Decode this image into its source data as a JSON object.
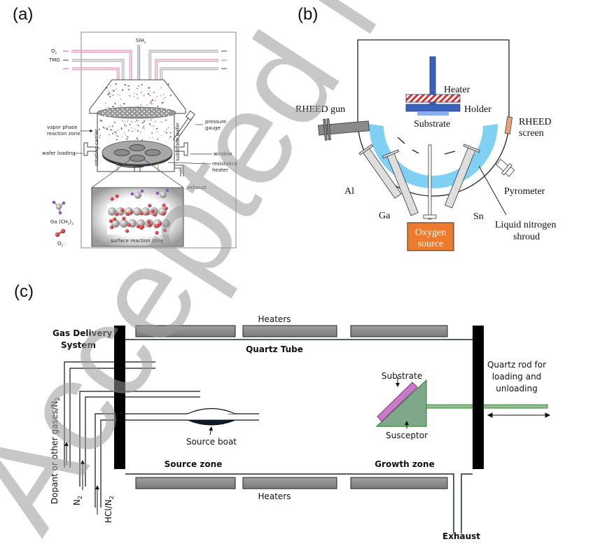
{
  "figure": {
    "panel_labels": [
      "(a)",
      "(b)",
      "(c)"
    ],
    "watermark_text": "Accepted Manuscript"
  },
  "panel_a": {
    "title": "MOCVD reactor",
    "gas_inputs": [
      "O2",
      "TMG",
      "SiH4"
    ],
    "labels": {
      "o2": "O",
      "o2_sub": "2",
      "tmg": "TMG",
      "sih4": "SiH",
      "sih4_sub": "4",
      "vapor_phase_1": "vapor phase",
      "vapor_phase_2": "reaction zone",
      "pressure_1": "pressure",
      "pressure_2": "gauge",
      "wafer_loading": "wafer loading",
      "window": "window",
      "resistance_1": "resistance",
      "resistance_2": "heater",
      "exhaust": "exhaust",
      "rotating_carrier": "rotating carrier",
      "substrate_wafer": "substrate wafer",
      "surface_reaction": "surface reaction zone",
      "legend_ga": "Ga (CH",
      "legend_ga_sub": "3",
      "legend_ga_end": ")",
      "legend_ga_sub2": "3",
      "legend_o2": "O",
      "legend_o2_sub": "2"
    },
    "colors": {
      "o2_line": "#e8a3b8",
      "tmg_line": "#b8b8b8",
      "sih4_line": "#8a8ad8",
      "oxygen_atom": "#d0202a",
      "ga_atom": "#9a9a9a",
      "methyl": "#8a5ab8"
    }
  },
  "panel_b": {
    "title": "MBE chamber",
    "labels": {
      "heater": "Heater",
      "holder": "Holder",
      "substrate": "Substrate",
      "rheed_gun": "RHEED gun",
      "rheed_screen_1": "RHEED",
      "rheed_screen_2": "screen",
      "al": "Al",
      "ga": "Ga",
      "sn": "Sn",
      "oxygen_1": "Oxygen",
      "oxygen_2": "source",
      "pyrometer": "Pyrometer",
      "ln2_1": "Liquid nitrogen",
      "ln2_2": "shroud"
    },
    "colors": {
      "holder": "#3a62b8",
      "substrate": "#8ab0e8",
      "heater_stripe": "#d83030",
      "shroud": "#7fd0f2",
      "oxygen_box": "#ee7a2e",
      "rheed_screen": "#f0b080",
      "gun": "#8a8a8a",
      "cell": "#dedede"
    }
  },
  "panel_c": {
    "title": "HVPE reactor",
    "labels": {
      "gas_delivery_1": "Gas Delivery",
      "gas_delivery_2": "System",
      "heaters_top": "Heaters",
      "heaters_bottom": "Heaters",
      "quartz_tube": "Quartz Tube",
      "source_boat": "Source boat",
      "source_zone": "Source zone",
      "growth_zone": "Growth zone",
      "substrate": "Substrate",
      "susceptor": "Susceptor",
      "quartz_rod_1": "Quartz rod for",
      "quartz_rod_2": "loading and",
      "quartz_rod_3": "unloading",
      "exhaust": "Exhaust",
      "gas_dopant": "Dopant or other gases/N",
      "gas_dopant_sub": "2",
      "gas_n2": "N",
      "gas_n2_sub": "2",
      "gas_hcl": "HCl/N",
      "gas_hcl_sub": "2"
    },
    "colors": {
      "heater_fill": "#8c8c8c",
      "tube_line": "#1a2a3a",
      "susceptor": "#7fa88a",
      "susceptor_edge": "#3c8a3c",
      "substrate": "#c87cc8",
      "rod": "#8fbf8f"
    }
  }
}
